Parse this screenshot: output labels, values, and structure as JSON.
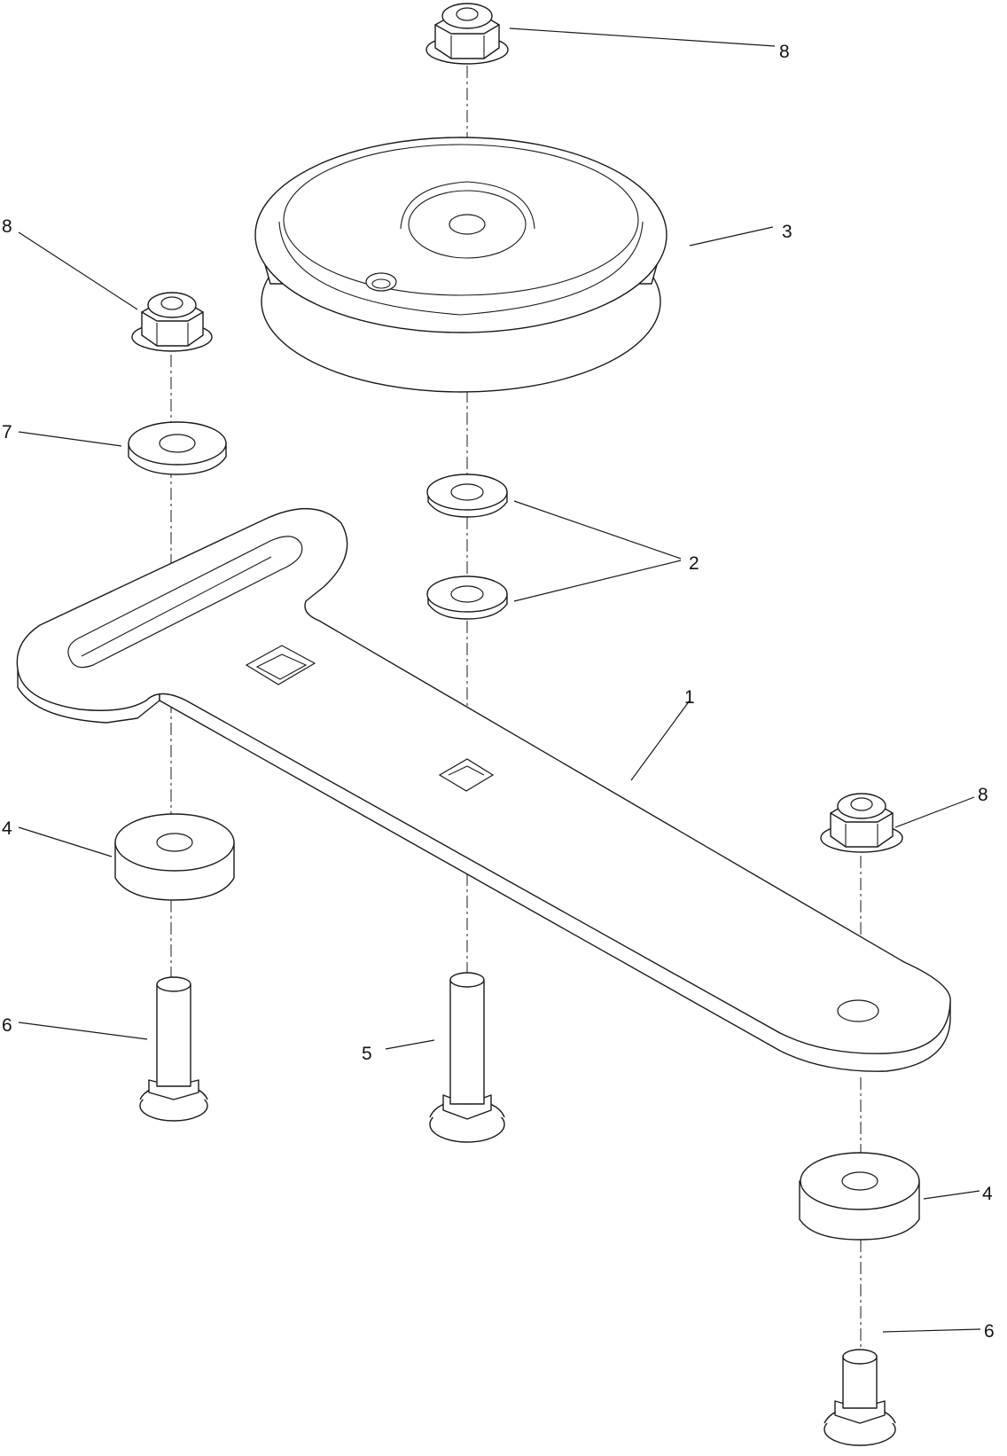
{
  "callouts": {
    "c1": "1",
    "c2": "2",
    "c3": "3",
    "c4a": "4",
    "c4b": "4",
    "c5": "5",
    "c6a": "6",
    "c6b": "6",
    "c7": "7",
    "c8a": "8",
    "c8b": "8",
    "c8c": "8"
  }
}
